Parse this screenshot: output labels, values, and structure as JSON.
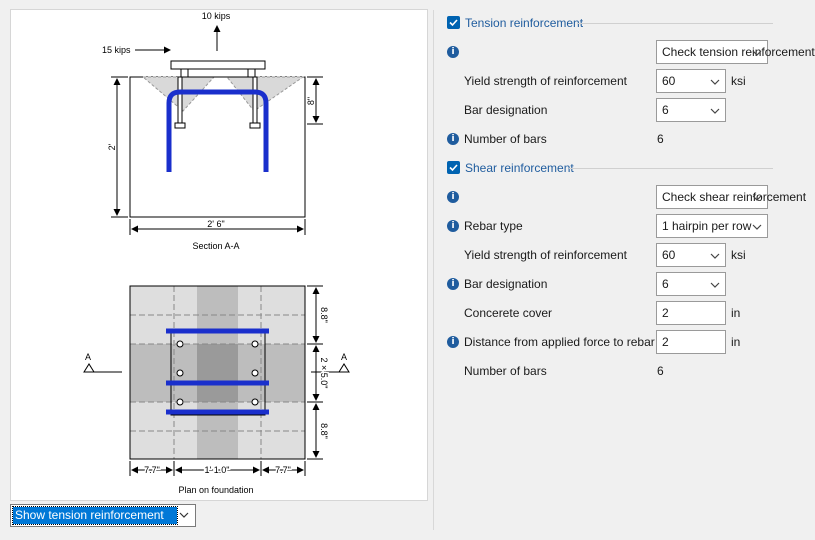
{
  "drawing": {
    "force_vertical": "10 kips",
    "force_horizontal": "15 kips",
    "section_height": "2'",
    "embed_depth": "8\"",
    "section_width": "2' 6\"",
    "section_caption": "Section A-A",
    "plan_dim_top": "8.8\"",
    "plan_dim_mid": "2 × 5.0\"",
    "plan_dim_bottom": "8.8\"",
    "plan_dim_left": "7.7\"",
    "plan_dim_center": "1' 1.0\"",
    "plan_dim_right": "7.7\"",
    "plan_caption": "Plan on foundation",
    "cut_label_left": "A",
    "cut_label_right": "A",
    "colors": {
      "rebar": "#1a2fcc",
      "concrete": "#d9d9d9"
    }
  },
  "view_select": {
    "value": "Show tension reinforcement"
  },
  "tension": {
    "title": "Tension reinforcement",
    "check_value": "Check tension reinforcement",
    "yield_label": "Yield strength of reinforcement",
    "yield_value": "60",
    "yield_unit": "ksi",
    "bar_label": "Bar designation",
    "bar_value": "6",
    "nbars_label": "Number of bars",
    "nbars_value": "6"
  },
  "shear": {
    "title": "Shear reinforcement",
    "check_value": "Check shear reinforcement",
    "rebar_type_label": "Rebar type",
    "rebar_type_value": "1 hairpin per row",
    "yield_label": "Yield strength of reinforcement",
    "yield_value": "60",
    "yield_unit": "ksi",
    "bar_label": "Bar designation",
    "bar_value": "6",
    "cover_label": "Concerete cover",
    "cover_value": "2",
    "cover_unit": "in",
    "distance_label": "Distance from applied force to rebar",
    "distance_value": "2",
    "distance_unit": "in",
    "nbars_label": "Number of bars",
    "nbars_value": "6"
  }
}
